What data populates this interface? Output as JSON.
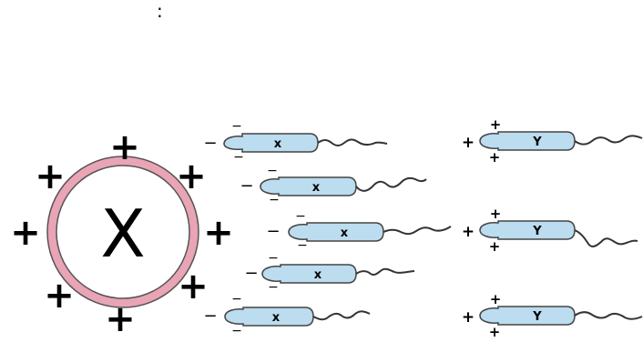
{
  "header": {
    "mark": ":"
  },
  "egg": {
    "label": "X",
    "charge_symbol": "+",
    "ring_color": "#e9a4b6",
    "fill_color": "#ffffff"
  },
  "sperm_x": {
    "label": "x",
    "charge_symbol": "−",
    "head_color": "#bcdcef"
  },
  "sperm_y": {
    "label": "Y",
    "charge_symbol": "+",
    "head_color": "#bcdcef"
  },
  "icons": {
    "egg": "egg-cell-icon",
    "sperm": "sperm-cell-icon"
  }
}
